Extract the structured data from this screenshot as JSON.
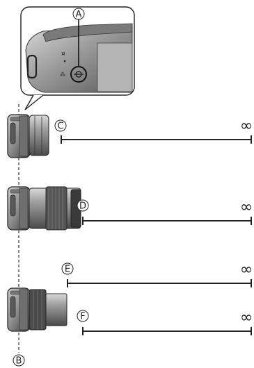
{
  "callouts": {
    "A": "A",
    "B": "B",
    "C": "C",
    "D": "D",
    "E": "E",
    "F": "F"
  },
  "infinity_symbol": "∞",
  "colors": {
    "line": "#222222",
    "body_dark": "#3a3a3a",
    "body_mid": "#6e6e6e",
    "body_light": "#bdbdbd",
    "inset_bg": "#9a9a9a"
  },
  "icons": [
    "focus-distance-reference-mark-icon",
    "camera-body-icon",
    "lens-icon"
  ]
}
